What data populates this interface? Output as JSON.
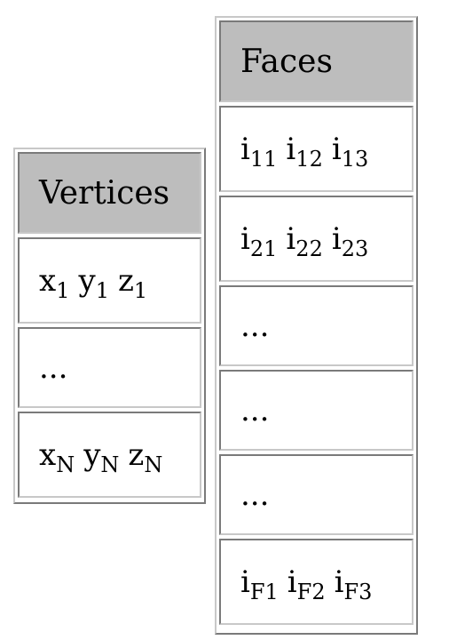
{
  "vertices": {
    "header": "Vertices",
    "rows": [
      {
        "type": "entry",
        "symbols": [
          {
            "base": "x",
            "sub": "1"
          },
          {
            "base": "y",
            "sub": "1"
          },
          {
            "base": "z",
            "sub": "1"
          }
        ]
      },
      {
        "type": "ellipsis",
        "text": "..."
      },
      {
        "type": "entry",
        "symbols": [
          {
            "base": "x",
            "sub": "N"
          },
          {
            "base": "y",
            "sub": "N"
          },
          {
            "base": "z",
            "sub": "N"
          }
        ]
      }
    ]
  },
  "faces": {
    "header": "Faces",
    "rows": [
      {
        "type": "entry",
        "symbols": [
          {
            "base": "i",
            "sub": "11"
          },
          {
            "base": "i",
            "sub": "12"
          },
          {
            "base": "i",
            "sub": "13"
          }
        ]
      },
      {
        "type": "entry",
        "symbols": [
          {
            "base": "i",
            "sub": "21"
          },
          {
            "base": "i",
            "sub": "22"
          },
          {
            "base": "i",
            "sub": "23"
          }
        ]
      },
      {
        "type": "ellipsis",
        "text": "..."
      },
      {
        "type": "ellipsis",
        "text": "..."
      },
      {
        "type": "ellipsis",
        "text": "..."
      },
      {
        "type": "entry",
        "symbols": [
          {
            "base": "i",
            "sub": "F1"
          },
          {
            "base": "i",
            "sub": "F2"
          },
          {
            "base": "i",
            "sub": "F3"
          }
        ]
      }
    ]
  },
  "colors": {
    "header_background": "#bdbdbd",
    "cell_background": "#ffffff",
    "border_light": "#c8c8c8",
    "border_dark": "#7a7a7a"
  }
}
